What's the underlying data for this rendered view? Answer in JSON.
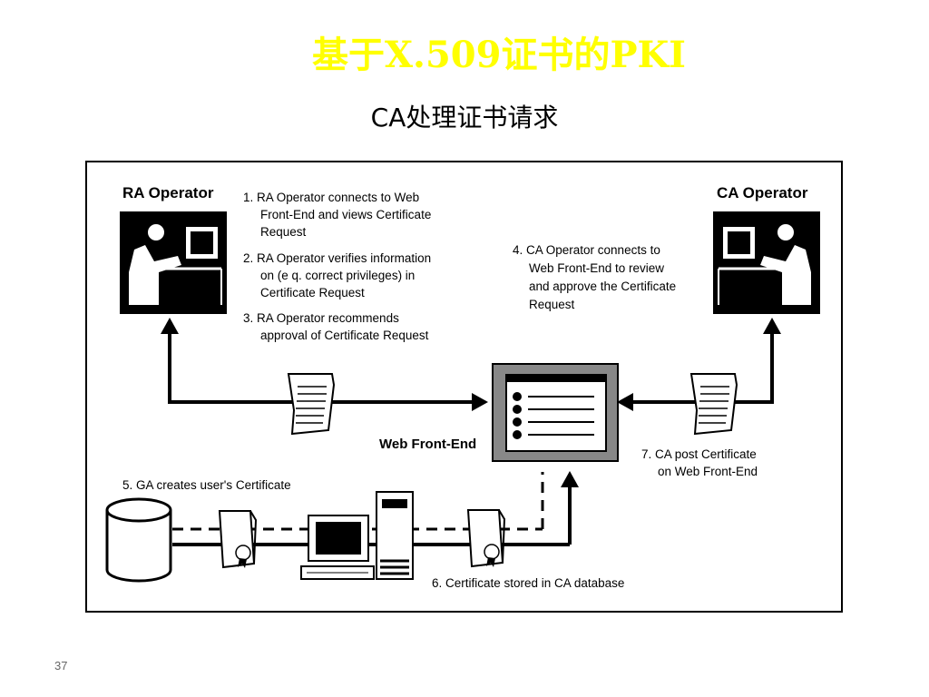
{
  "slide": {
    "title": "基于X.509证书的PKI",
    "subtitle": "CA处理证书请求",
    "page_number": "37"
  },
  "diagram": {
    "ra_operator_label": "RA Operator",
    "ca_operator_label": "CA Operator",
    "web_front_end_label": "Web Front-End",
    "step1": [
      "1. RA Operator connects to Web",
      "Front-End and views Certificate",
      "Request"
    ],
    "step2": [
      "2. RA Operator verifies information",
      "on (e q. correct privileges) in",
      "Certificate Request"
    ],
    "step3": [
      "3. RA Operator recommends",
      "approval of Certificate Request"
    ],
    "step4": [
      "4. CA Operator connects to",
      "Web Front-End to review",
      "and approve the Certificate",
      "Request"
    ],
    "step5": "5. GA creates user's Certificate",
    "step6": "6. Certificate stored in CA database",
    "step7": [
      "7. CA post Certificate",
      "on Web Front-End"
    ]
  },
  "colors": {
    "title": "#ffff00",
    "ink": "#000000"
  }
}
